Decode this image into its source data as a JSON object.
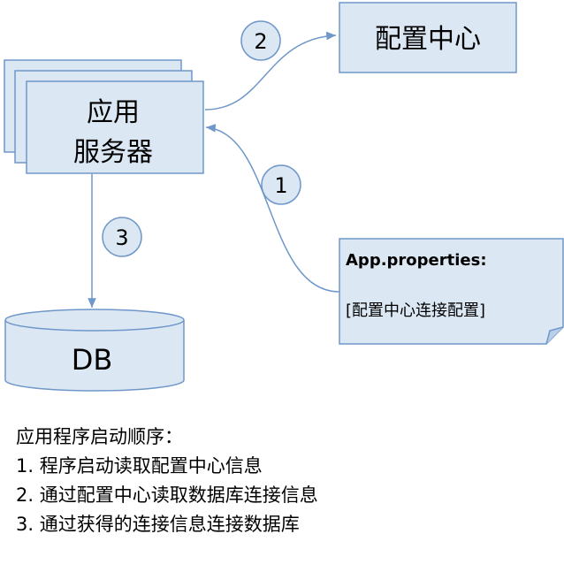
{
  "app_server": {
    "line1": "应用",
    "line2": "服务器"
  },
  "config_center": {
    "label": "配置中心"
  },
  "database": {
    "label": "DB"
  },
  "props_note": {
    "title": "App.properties:",
    "body": "[配置中心连接配置]"
  },
  "step_badges": [
    "1",
    "2",
    "3"
  ],
  "notes": {
    "heading": "应用程序启动顺序：",
    "steps": [
      "1.  程序启动读取配置中心信息",
      "2.  通过配置中心读取数据库连接信息",
      "3.  通过获得的连接信息连接数据库"
    ]
  },
  "colors": {
    "box_fill": "#dbe8f4",
    "stroke": "#6f97c9"
  }
}
